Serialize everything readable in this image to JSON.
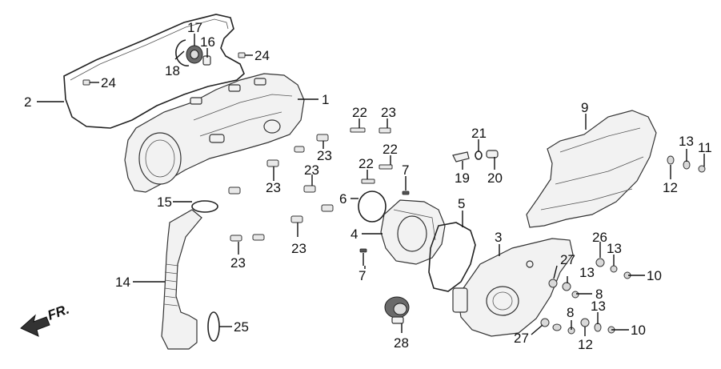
{
  "diagram": {
    "direction_label": "FR.",
    "callouts": [
      {
        "id": "c1",
        "text": "1"
      },
      {
        "id": "c2",
        "text": "2"
      },
      {
        "id": "c3",
        "text": "3"
      },
      {
        "id": "c4",
        "text": "4"
      },
      {
        "id": "c5",
        "text": "5"
      },
      {
        "id": "c6",
        "text": "6"
      },
      {
        "id": "c7a",
        "text": "7"
      },
      {
        "id": "c7b",
        "text": "7"
      },
      {
        "id": "c8a",
        "text": "8"
      },
      {
        "id": "c8b",
        "text": "8"
      },
      {
        "id": "c9",
        "text": "9"
      },
      {
        "id": "c10a",
        "text": "10"
      },
      {
        "id": "c10b",
        "text": "10"
      },
      {
        "id": "c11",
        "text": "11"
      },
      {
        "id": "c12a",
        "text": "12"
      },
      {
        "id": "c12b",
        "text": "12"
      },
      {
        "id": "c13a",
        "text": "13"
      },
      {
        "id": "c13b",
        "text": "13"
      },
      {
        "id": "c13c",
        "text": "13"
      },
      {
        "id": "c13d",
        "text": "13"
      },
      {
        "id": "c14",
        "text": "14"
      },
      {
        "id": "c15",
        "text": "15"
      },
      {
        "id": "c16",
        "text": "16"
      },
      {
        "id": "c17",
        "text": "17"
      },
      {
        "id": "c18",
        "text": "18"
      },
      {
        "id": "c19",
        "text": "19"
      },
      {
        "id": "c20",
        "text": "20"
      },
      {
        "id": "c21",
        "text": "21"
      },
      {
        "id": "c22a",
        "text": "22"
      },
      {
        "id": "c22b",
        "text": "22"
      },
      {
        "id": "c22c",
        "text": "22"
      },
      {
        "id": "c23a",
        "text": "23"
      },
      {
        "id": "c23b",
        "text": "23"
      },
      {
        "id": "c23c",
        "text": "23"
      },
      {
        "id": "c23d",
        "text": "23"
      },
      {
        "id": "c23e",
        "text": "23"
      },
      {
        "id": "c23f",
        "text": "23"
      },
      {
        "id": "c24a",
        "text": "24"
      },
      {
        "id": "c24b",
        "text": "24"
      },
      {
        "id": "c25",
        "text": "25"
      },
      {
        "id": "c26",
        "text": "26"
      },
      {
        "id": "c27a",
        "text": "27"
      },
      {
        "id": "c27b",
        "text": "27"
      },
      {
        "id": "c28",
        "text": "28"
      }
    ]
  }
}
